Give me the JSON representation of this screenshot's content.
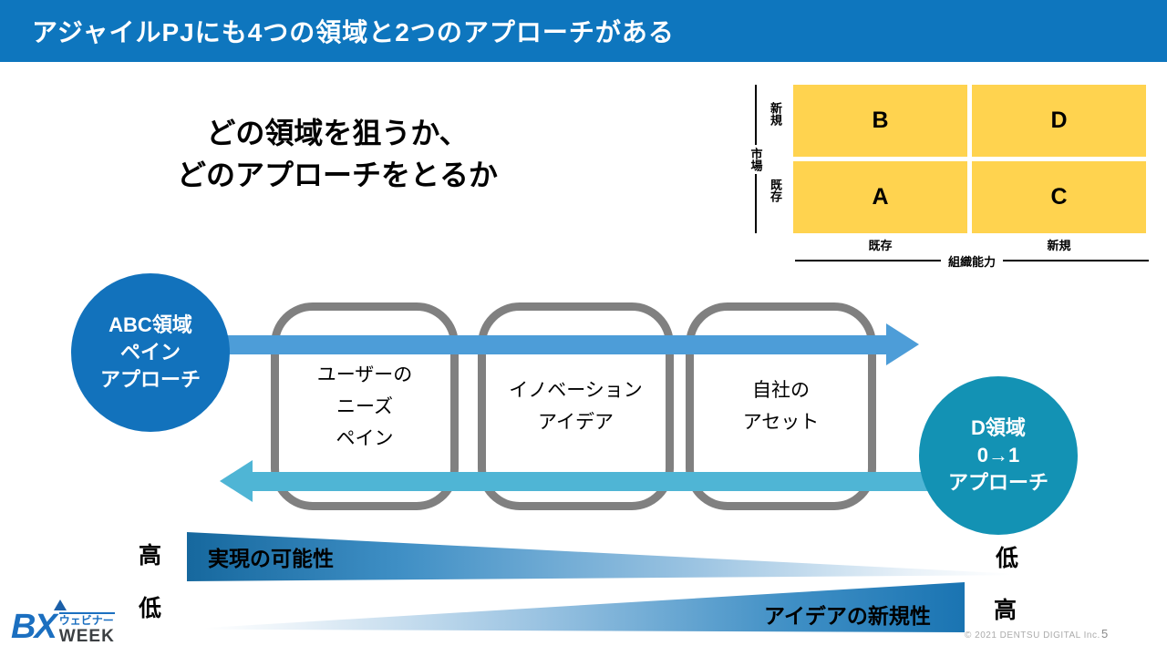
{
  "slide": {
    "title": "アジャイルPJにも4つの領域と2つのアプローチがある",
    "subtitle_line1": "どの領域を狙うか、",
    "subtitle_line2": "どのアプローチをとるか",
    "copyright": "© 2021 DENTSU DIGITAL Inc.",
    "page_number": "5"
  },
  "matrix": {
    "cells": {
      "top_left": "B",
      "top_right": "D",
      "bottom_left": "A",
      "bottom_right": "C"
    },
    "y_axis_label": "市場",
    "y_top_tick": "新規",
    "y_bottom_tick": "既存",
    "x_left_tick": "既存",
    "x_right_tick": "新規",
    "x_axis_label": "組織能力",
    "cell_color": "#FFD34F"
  },
  "flow": {
    "left_circle": {
      "line1": "ABC領域",
      "line2": "ペイン",
      "line3": "アプローチ",
      "color": "#1272BC"
    },
    "right_circle": {
      "line1": "D領域",
      "line2": "0→1",
      "line3": "アプローチ",
      "color": "#1392B4"
    },
    "boxes": [
      {
        "line1": "ユーザーの",
        "line2": "ニーズ",
        "line3": "ペイン"
      },
      {
        "line1": "イノベーション",
        "line2": "アイデア",
        "line3": ""
      },
      {
        "line1": "自社の",
        "line2": "アセット",
        "line3": ""
      }
    ],
    "top_arrow_color": "#4D9DD8",
    "bottom_arrow_color": "#4FB5D5"
  },
  "gauges": {
    "feasibility": {
      "label": "実現の可能性",
      "left_level": "高",
      "right_level": "低"
    },
    "novelty": {
      "label": "アイデアの新規性",
      "left_level": "低",
      "right_level": "高"
    }
  },
  "logo": {
    "bx": "BX",
    "webinar": "ウェビナー",
    "week": "WEEK"
  }
}
